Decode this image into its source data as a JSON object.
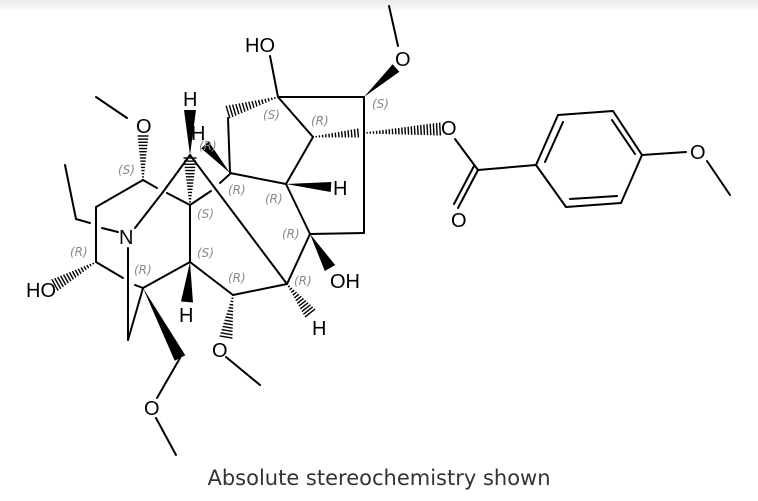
{
  "caption": "Absolute stereochemistry shown",
  "atom_labels": {
    "ho_top": "HO",
    "o_top_methoxy": "O",
    "o_ester": "O",
    "o_carbonyl": "O",
    "o_aryl_methoxy": "O",
    "o_left_methoxy": "O",
    "h_top": "H",
    "h_r": "H",
    "h_right": "H",
    "n": "N",
    "ho_left": "HO",
    "oh_right": "OH",
    "h_bottom_right": "H",
    "h_bottom_mid": "H",
    "o_bottom_methoxy": "O",
    "o_bottom_left": "O"
  },
  "stereo_labels": [
    "(S)",
    "(R)",
    "(S)",
    "(S)",
    "(R)",
    "(R)",
    "(R)",
    "(S)",
    "(R)",
    "(S)",
    "(R)",
    "(R)",
    "(R)",
    "(R)"
  ]
}
